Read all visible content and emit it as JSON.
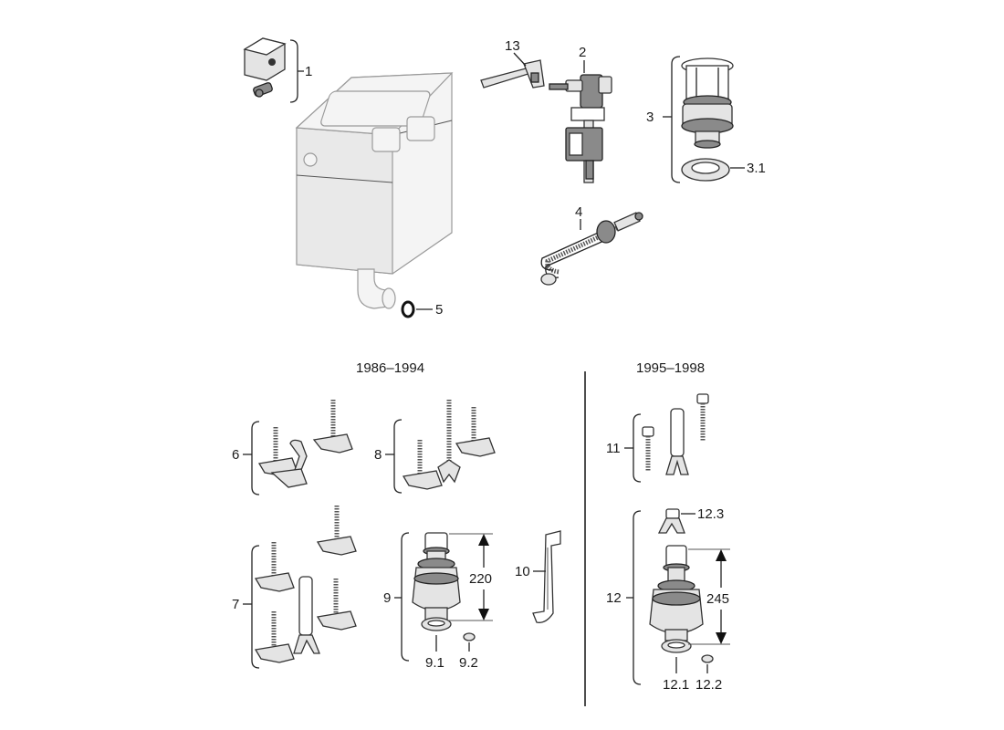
{
  "groups": {
    "left_period": "1986–1994",
    "right_period": "1995–1998"
  },
  "callouts": {
    "c1": "1",
    "c2": "2",
    "c3": "3",
    "c3_1": "3.1",
    "c4": "4",
    "c5": "5",
    "c6": "6",
    "c7": "7",
    "c8": "8",
    "c9": "9",
    "c9_1": "9.1",
    "c9_2": "9.2",
    "c10": "10",
    "c11": "11",
    "c12": "12",
    "c12_1": "12.1",
    "c12_2": "12.2",
    "c12_3": "12.3",
    "c13": "13"
  },
  "dimensions": {
    "d9": "220",
    "d12": "245"
  }
}
